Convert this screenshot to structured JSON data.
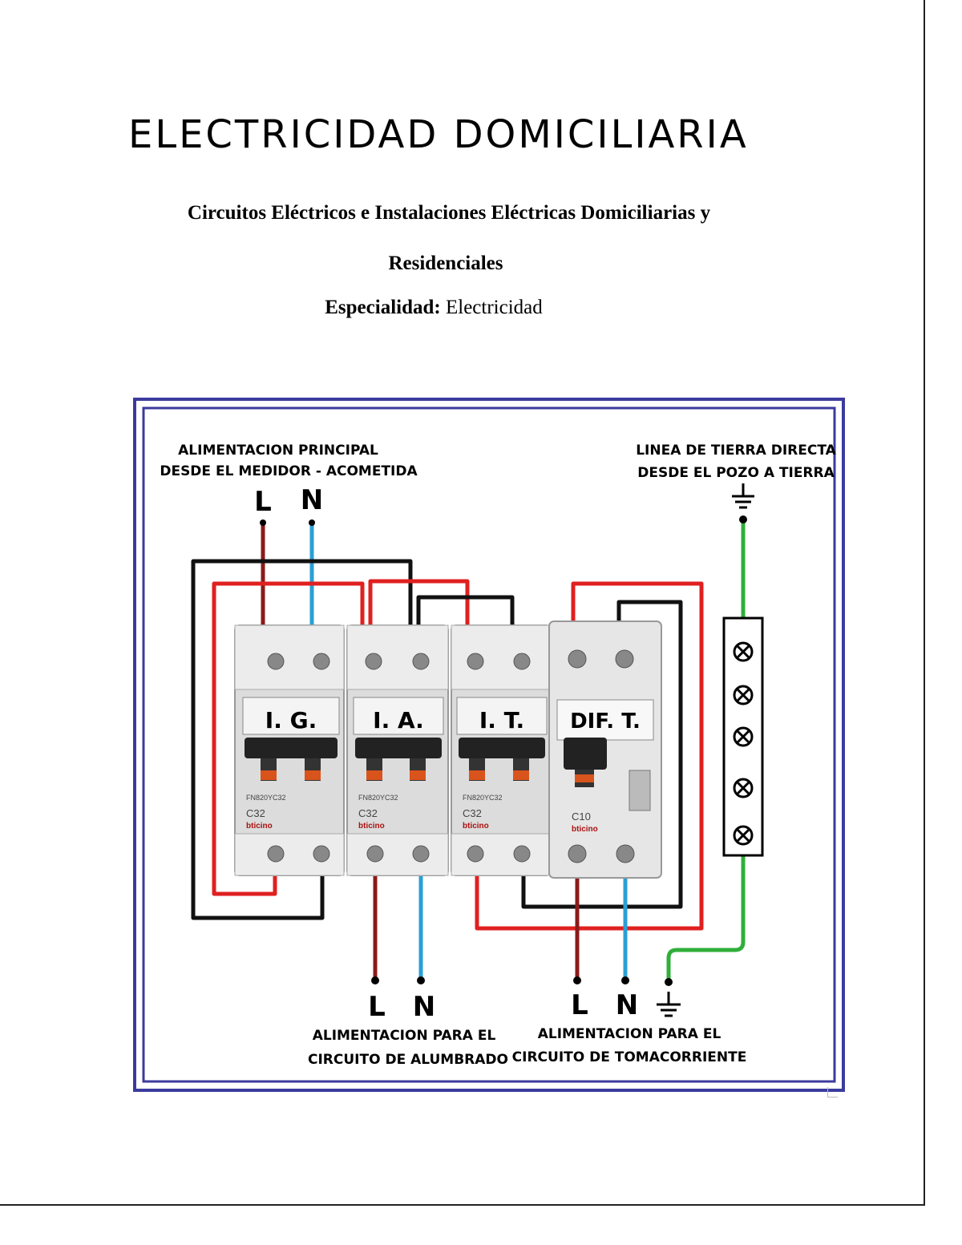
{
  "document": {
    "title": "ELECTRICIDAD DOMICILIARIA",
    "subtitle_line1": "Circuitos Eléctricos e Instalaciones Eléctricas Domiciliarias y",
    "subtitle_line2": "Residenciales",
    "specialty_label": "Especialidad:",
    "specialty_value": "Electricidad"
  },
  "diagram": {
    "supply_label_line1": "ALIMENTACION PRINCIPAL",
    "supply_label_line2": "DESDE EL MEDIDOR - ACOMETIDA",
    "supply_L": "L",
    "supply_N": "N",
    "earth_label_line1": "LINEA DE TIERRA DIRECTA",
    "earth_label_line2": "DESDE EL POZO A TIERRA",
    "breakers": [
      {
        "label": "I. G.",
        "model": "FN820YC32",
        "rating": "C32",
        "brand": "bticino"
      },
      {
        "label": "I. A.",
        "model": "FN820YC32",
        "rating": "C32",
        "brand": "bticino"
      },
      {
        "label": "I. T.",
        "model": "FN820YC32",
        "rating": "C32",
        "brand": "bticino"
      },
      {
        "label": "DIF. T.",
        "rating": "C10",
        "brand": "bticino"
      }
    ],
    "lighting_L": "L",
    "lighting_N": "N",
    "lighting_label_line1": "ALIMENTACION PARA EL",
    "lighting_label_line2": "CIRCUITO DE ALUMBRADO",
    "outlet_L": "L",
    "outlet_N": "N",
    "outlet_label_line1": "ALIMENTACION PARA EL",
    "outlet_label_line2": "CIRCUITO DE TOMACORRIENTE",
    "colors": {
      "frame": "#3b3b9e",
      "line_wire": "#8b1a1a",
      "neutral_wire": "#2a9fd6",
      "red_wire": "#e02020",
      "black_wire": "#111111",
      "earth_wire": "#2fae3a"
    }
  }
}
